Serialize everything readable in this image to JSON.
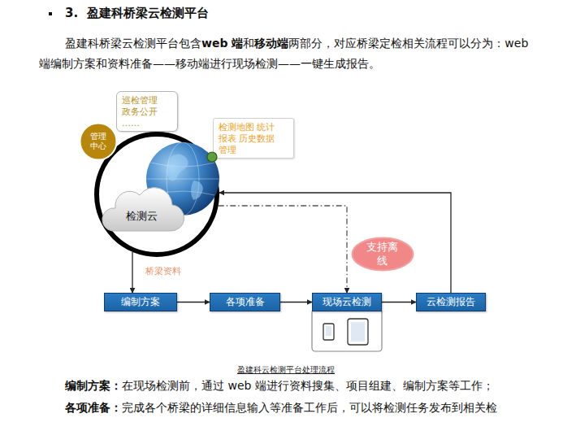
{
  "diagram": {
    "title": "3.  盈建科桥梁云检测平台",
    "caption": "盈建科云检测平台处理流程",
    "nodes": [
      {
        "text": [
          "管理中心"
        ]
      },
      {
        "text": [
          "巡检管理 政务公开 ……"
        ]
      },
      {
        "text": [
          "检测地图 统计报表 历史数据管理"
        ]
      },
      {
        "text": [
          "检测云"
        ]
      },
      {
        "text": [
          "支持离线"
        ]
      },
      {
        "text": [
          "编制方案"
        ]
      },
      {
        "text": [
          "各项准备"
        ]
      },
      {
        "text": [
          "现场云检测"
        ]
      },
      {
        "text": [
          "云检测报告"
        ]
      }
    ],
    "edges": [
      {
        "from": 3,
        "to": 5,
        "label": "桥梁资料",
        "arrow": "to"
      },
      {
        "from": 5,
        "to": 6,
        "arrow": "to"
      },
      {
        "from": 6,
        "to": 7,
        "arrow": "to"
      },
      {
        "from": 7,
        "to": 8,
        "arrow": "to"
      },
      {
        "from": 8,
        "to": 3,
        "arrow": "to"
      },
      {
        "from": 3,
        "to": 7,
        "arrow": "to"
      }
    ],
    "labels": [
      "盈建科桥梁云检测平台包含",
      "web 端",
      "和",
      "移动端",
      "两部分，对应桥梁定检相关流程可以分为：web 端编制方案和资料准备——移动端进行现场检测——一键生成报告。",
      "编制方案：",
      "在现场检测前，通过 web 端进行资料搜集、项目组建、编制方案等工作；",
      "各项准备：",
      "完成各个桥梁的详细信息输入等准备工作后，可以将检测任务发布到相关检"
    ]
  }
}
